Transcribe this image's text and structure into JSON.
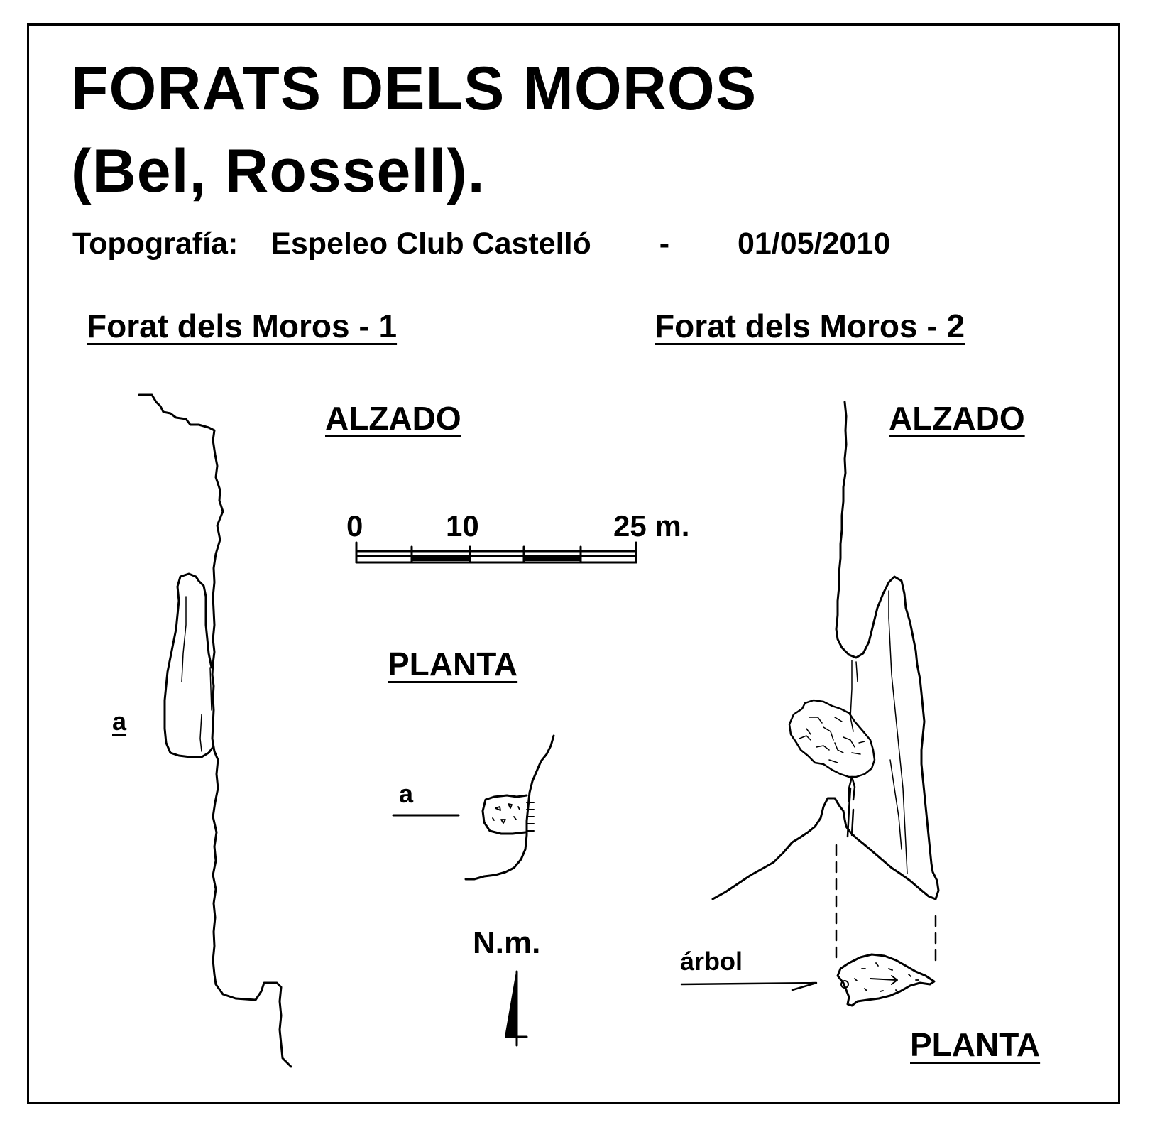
{
  "title": {
    "line1": "FORATS DELS MOROS",
    "line2": "(Bel, Rossell)."
  },
  "credit": {
    "label": "Topografía:",
    "author": "Espeleo Club Castelló",
    "separator": "-",
    "date": "01/05/2010"
  },
  "caves": [
    {
      "name": "Forat dels Moros - 1",
      "elevation_label": "ALZADO",
      "plan_label": "PLANTA",
      "point_label": "a"
    },
    {
      "name": "Forat dels Moros - 2",
      "elevation_label": "ALZADO",
      "plan_label": "PLANTA",
      "tree_label": "árbol"
    }
  ],
  "cave1_plan_point_label": "a",
  "scale_bar": {
    "ticks": [
      "0",
      "10",
      "25 m."
    ]
  },
  "north": {
    "label": "N.m."
  },
  "colors": {
    "ink": "#000000",
    "paper": "#ffffff"
  }
}
